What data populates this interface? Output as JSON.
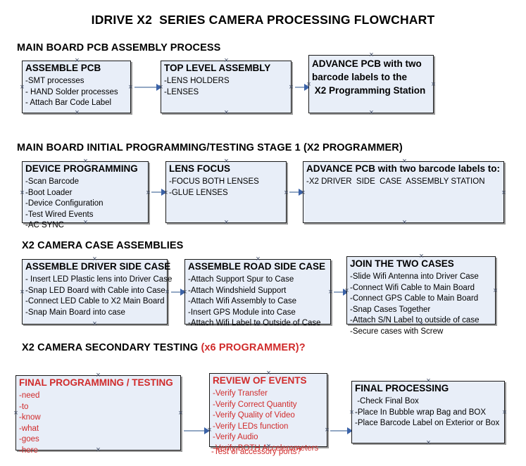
{
  "document": {
    "title": "IDRIVE X2  SERIES CAMERA PROCESSING FLOWCHART"
  },
  "sections": [
    {
      "id": "main-board-pcb-assembly",
      "heading": "MAIN BOARD PCB ASSEMBLY PROCESS",
      "heading_accent": ""
    },
    {
      "id": "main-board-initial-programming",
      "heading": "MAIN BOARD INITIAL PROGRAMMING/TESTING STAGE 1 (X2 PROGRAMMER)",
      "heading_accent": ""
    },
    {
      "id": "x2-camera-case-assemblies",
      "heading": "X2 CAMERA CASE ASSEMBLIES",
      "heading_accent": ""
    },
    {
      "id": "x2-camera-secondary-testing",
      "heading": "X2 CAMERA SECONDARY TESTING ",
      "heading_accent": "(x6 PROGRAMMER)?"
    }
  ],
  "nodes": {
    "assemble_pcb": {
      "title": "ASSEMBLE PCB",
      "lines": [
        "-SMT processes",
        "- HAND Solder processes",
        "- Attach Bar Code Label"
      ]
    },
    "top_level_assembly": {
      "title": "TOP LEVEL ASSEMBLY",
      "lines": [
        "-LENS HOLDERS",
        "-LENSES"
      ]
    },
    "advance_pcb_station": {
      "title": "ADVANCE PCB with two\nbarcode labels to the\n X2 Programming Station",
      "lines": []
    },
    "device_programming": {
      "title": "DEVICE PROGRAMMING",
      "lines": [
        "-Scan Barcode",
        "-Boot Loader",
        "-Device Configuration",
        "-Test Wired Events",
        "-AC SYNC"
      ]
    },
    "lens_focus": {
      "title": "LENS FOCUS",
      "lines": [
        "-FOCUS BOTH LENSES",
        "-GLUE LENSES"
      ]
    },
    "advance_pcb_driver_side": {
      "title": "ADVANCE PCB with two barcode labels to:",
      "lines": [
        "-X2 DRIVER  SIDE  CASE  ASSEMBLY STATION"
      ]
    },
    "assemble_driver_side_case": {
      "title": "ASSEMBLE DRIVER SIDE CASE",
      "lines": [
        "- Insert LED Plastic lens into Driver Case",
        "-Snap LED Board with Cable into Case",
        "-Connect LED Cable to X2 Main Board",
        "-Snap Main Board into case"
      ]
    },
    "assemble_road_side_case": {
      "title": "ASSEMBLE ROAD SIDE CASE",
      "lines": [
        "-Attach Support Spur to Case",
        "-Attach Windshield Support",
        "-Attach Wifi Assembly to Case",
        "-Insert GPS Module into Case",
        "-Attach Wifi Label to Outside of Case"
      ]
    },
    "join_the_two_cases": {
      "title": "JOIN THE TWO CASES",
      "lines": [
        "-Slide Wifi Antenna into Driver Case",
        "-Connect Wifi Cable to Main Board",
        "-Connect GPS Cable to Main Board",
        "-Snap Cases Together",
        "-Attach S/N Label to outside of case",
        "-Secure cases with Screw"
      ]
    },
    "final_programming_testing": {
      "title": "FINAL PROGRAMMING / TESTING",
      "lines": [
        "-need",
        "-to",
        "-know",
        "-what",
        "-goes",
        "-here"
      ]
    },
    "review_of_events": {
      "title": "REVIEW OF EVENTS",
      "lines": [
        "-Verify Transfer",
        "-Verify Correct Quantity",
        "-Verify Quality of Video",
        "-Verify LEDs function",
        "-Verify Audio",
        "-Verify BOTH Accelerometers",
        "-Test of accessory ports?"
      ]
    },
    "final_processing": {
      "title": "FINAL PROCESSING",
      "lines": [
        " -Check Final Box",
        "-Place In Bubble wrap Bag and BOX",
        "-Place Barcode Label on Exterior or Box"
      ]
    }
  },
  "colors": {
    "node_fill": "#e8eef8",
    "node_border": "#1a1a1a",
    "node_shadow": "#9a9a9a",
    "connector_line": "#93a8c4",
    "arrow_head": "#3a62a8",
    "accent_red": "#d02b2b",
    "text": "#000000",
    "page_background": "#ffffff"
  }
}
